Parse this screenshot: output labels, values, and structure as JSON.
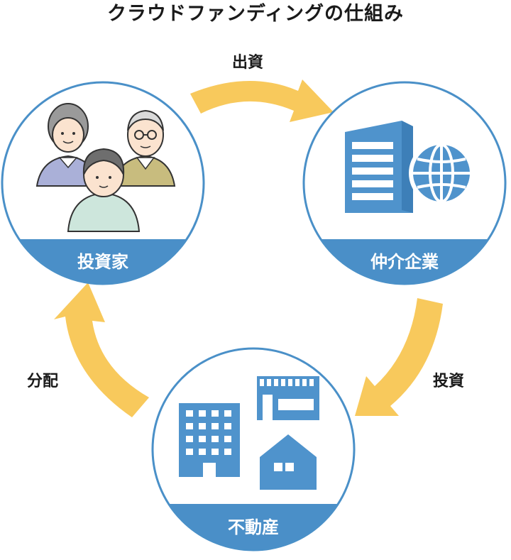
{
  "title": "クラウドファンディングの仕組み",
  "colors": {
    "circle_border": "#4a90c8",
    "band": "#4a8fc8",
    "icon_blue": "#4f93cc",
    "arrow": "#f8c95c",
    "band_text": "#ffffff"
  },
  "nodes": {
    "investor": {
      "label": "投資家",
      "icon": "family-icon"
    },
    "intermediary": {
      "label": "仲介企業",
      "icon": "office-building-globe-icon"
    },
    "real_estate": {
      "label": "不動産",
      "icon": "buildings-house-icon"
    }
  },
  "flows": {
    "investment_out": "出資",
    "investment_in": "投資",
    "distribution": "分配"
  }
}
